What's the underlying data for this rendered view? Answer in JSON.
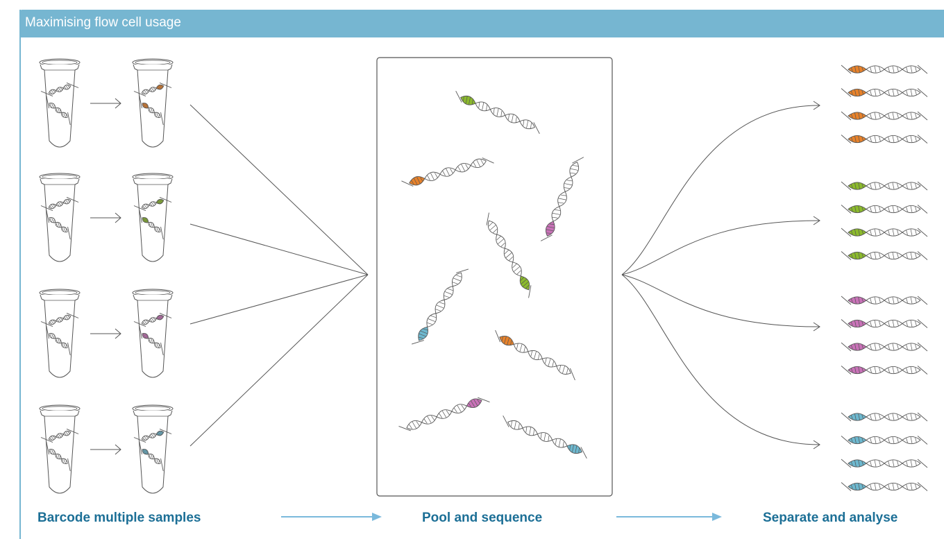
{
  "header": {
    "title": "Maximising flow cell usage"
  },
  "steps": [
    {
      "label": "Barcode multiple samples"
    },
    {
      "label": "Pool and sequence"
    },
    {
      "label": "Separate and analyse"
    }
  ],
  "colors": {
    "header_bg": "#76b6d1",
    "step_text": "#1c6f96",
    "step_arrow": "#7ab9dc",
    "line": "#555555",
    "barcode_orange": "#e8822a",
    "barcode_green": "#8cbb2c",
    "barcode_pink": "#c972b8",
    "barcode_blue": "#6db8cf"
  },
  "samples": [
    {
      "barcode_color": "#e8822a"
    },
    {
      "barcode_color": "#8cbb2c"
    },
    {
      "barcode_color": "#c972b8"
    },
    {
      "barcode_color": "#6db8cf"
    }
  ],
  "output_groups": [
    {
      "barcode_color": "#e8822a",
      "read_count": 4
    },
    {
      "barcode_color": "#8cbb2c",
      "read_count": 4
    },
    {
      "barcode_color": "#c972b8",
      "read_count": 4
    },
    {
      "barcode_color": "#6db8cf",
      "read_count": 4
    }
  ],
  "pooled_molecules": [
    {
      "barcode_color": "#8cbb2c"
    },
    {
      "barcode_color": "#e8822a"
    },
    {
      "barcode_color": "#c972b8"
    },
    {
      "barcode_color": "#8cbb2c"
    },
    {
      "barcode_color": "#6db8cf"
    },
    {
      "barcode_color": "#e8822a"
    },
    {
      "barcode_color": "#c972b8"
    },
    {
      "barcode_color": "#6db8cf"
    }
  ]
}
